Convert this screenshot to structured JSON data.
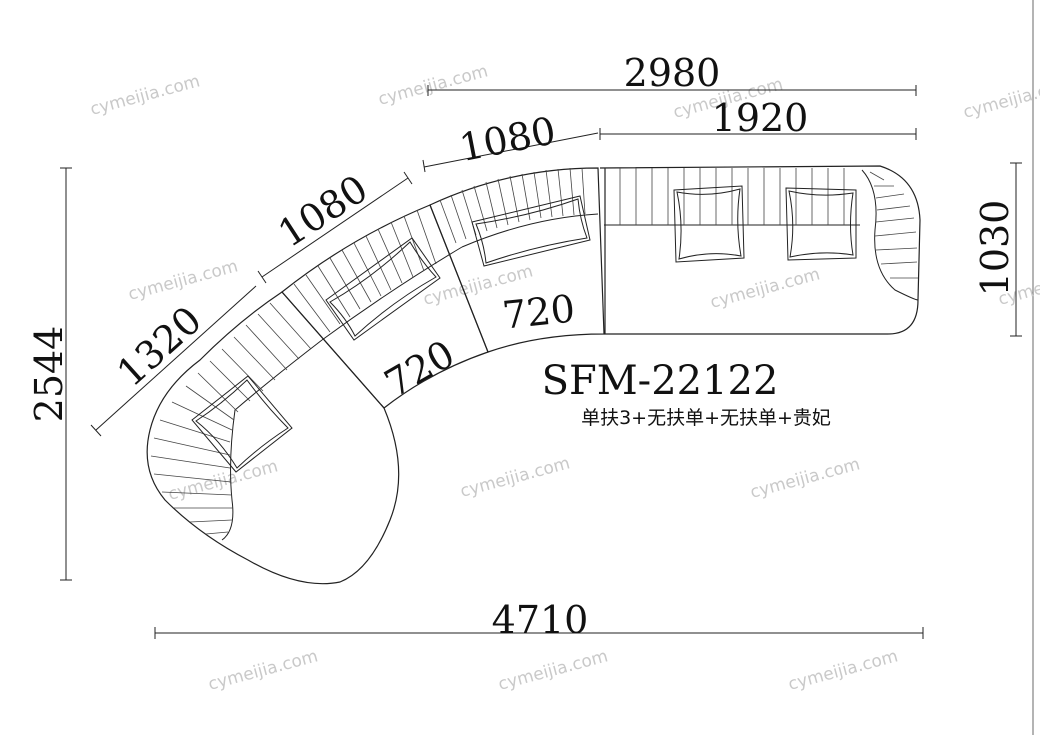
{
  "dimensions": {
    "total_width": "4710",
    "top_width": "2980",
    "straight_width": "1920",
    "depth_right": "1030",
    "height_left": "2544",
    "arc_seg_1": "1080",
    "arc_seg_2": "1080",
    "arc_seg_3": "1320",
    "inner_seg_1": "720",
    "inner_seg_2": "720"
  },
  "model": "SFM-22122",
  "description": "单扶3+无扶单+无扶单+贵妃",
  "watermark": "cymeijia.com"
}
